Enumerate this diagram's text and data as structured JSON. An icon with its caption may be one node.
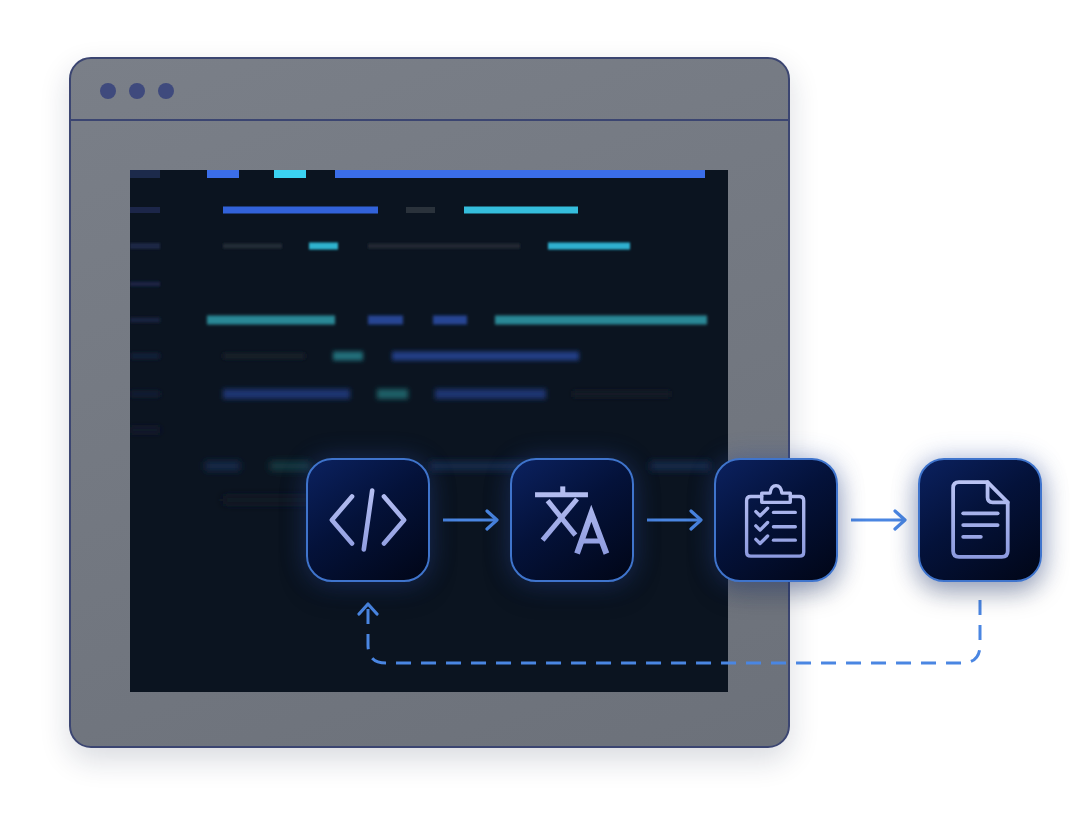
{
  "diagram": {
    "nodes": [
      {
        "text": [],
        "shape": "box"
      },
      {
        "text": [],
        "shape": "box"
      },
      {
        "text": [],
        "shape": "box"
      },
      {
        "text": [],
        "shape": "box"
      }
    ],
    "edges": [
      {
        "from": 0,
        "to": 1,
        "arrow": "to"
      },
      {
        "from": 1,
        "to": 2,
        "arrow": "to"
      },
      {
        "from": 2,
        "to": 3,
        "arrow": "to"
      },
      {
        "from": 3,
        "to": 0,
        "arrow": "to",
        "style": "dashed"
      }
    ]
  }
}
